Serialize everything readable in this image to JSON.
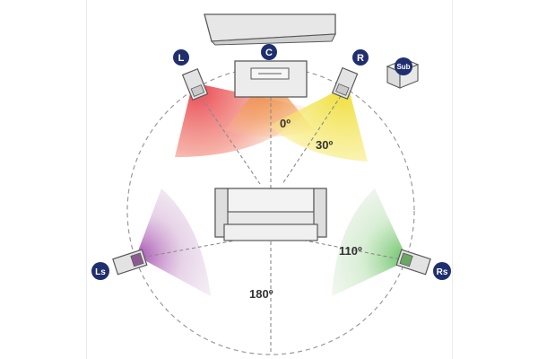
{
  "speakers": {
    "center": {
      "label": "C"
    },
    "left": {
      "label": "L"
    },
    "right": {
      "label": "R"
    },
    "subwoofer": {
      "label": "Sub"
    },
    "left_surround": {
      "label": "Ls"
    },
    "right_surround": {
      "label": "Rs"
    }
  },
  "angles": {
    "front_center": "0º",
    "front_right": "30º",
    "surround_right": "110º",
    "rear": "180º"
  },
  "colors": {
    "badge": "#1f2f6e",
    "badge_text": "#ffffff",
    "left_beam": "#e8414e",
    "center_beam": "#f08a2c",
    "right_beam": "#f2e33a",
    "ls_beam": "#b65bbd",
    "rs_beam": "#6cc46a",
    "outline": "#5a5a5a",
    "circle": "#9a9a9a"
  }
}
